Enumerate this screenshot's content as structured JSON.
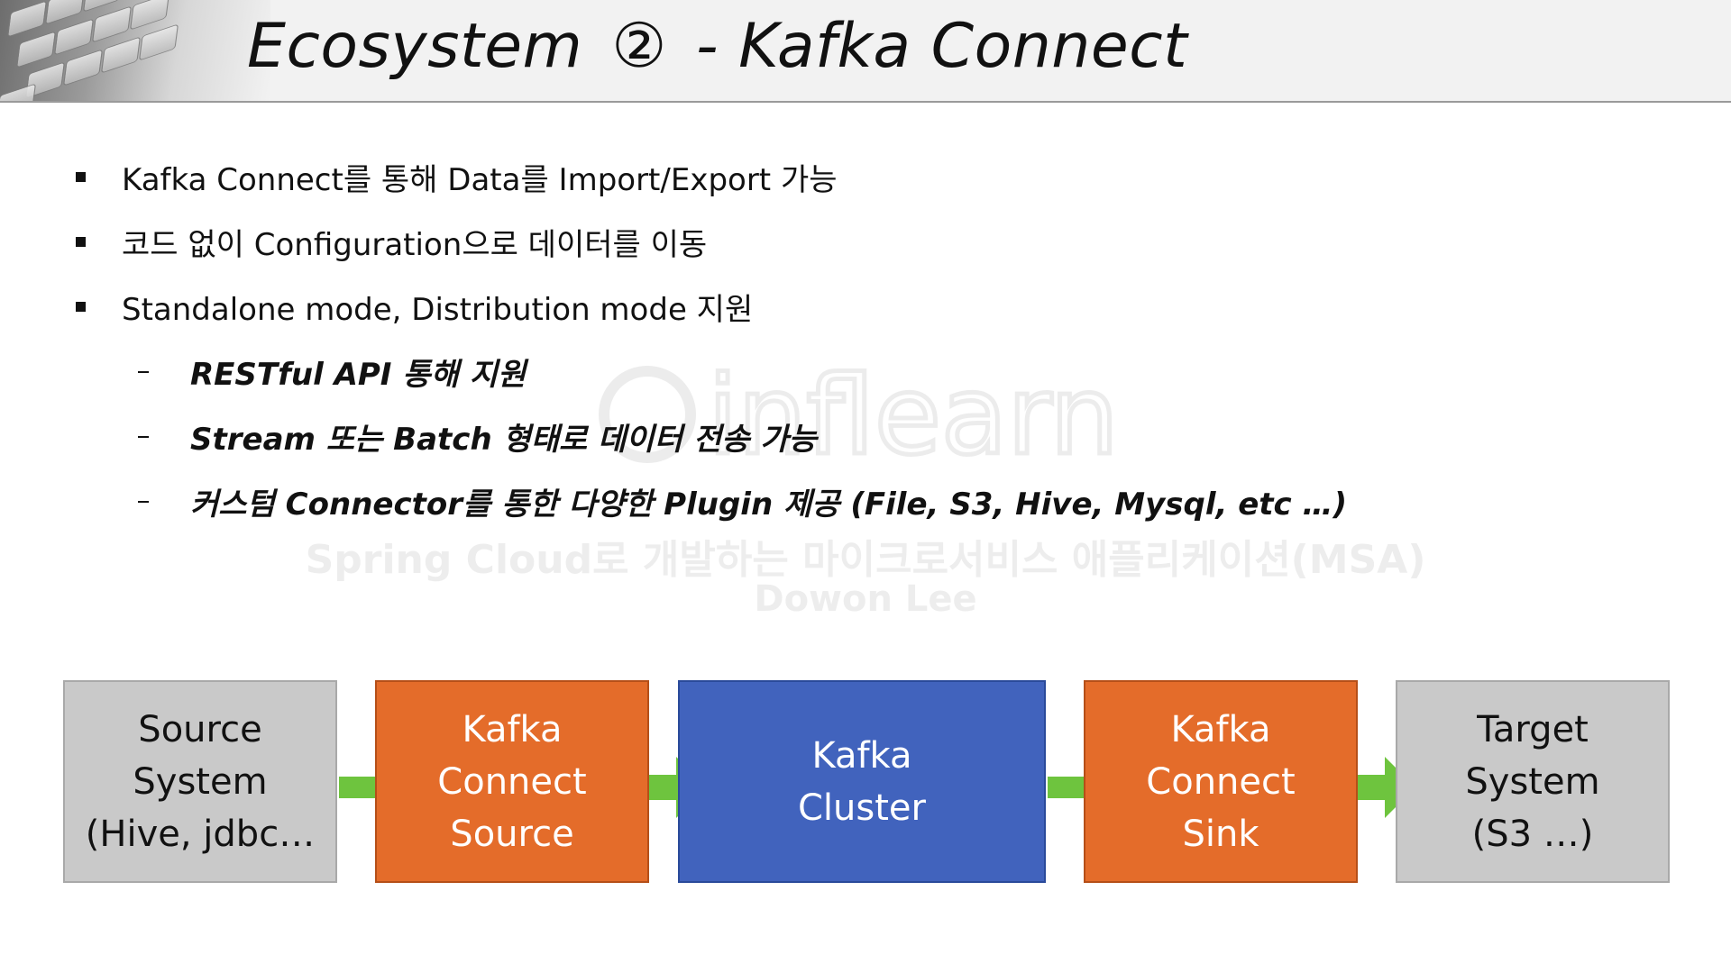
{
  "title": {
    "prefix": "Ecosystem",
    "circled_number": "②",
    "suffix": "- Kafka Connect"
  },
  "bullets": [
    "Kafka Connect를 통해 Data를 Import/Export 가능",
    "코드 없이 Configuration으로 데이터를 이동",
    "Standalone mode, Distribution mode 지원"
  ],
  "sub_bullets": [
    "RESTful API 통해 지원",
    "Stream 또는 Batch 형태로 데이터 전송 가능",
    "커스텀 Connector를 통한 다양한 Plugin 제공 (File, S3, Hive, Mysql, etc …)"
  ],
  "watermark": {
    "logo": "inflearn",
    "course": "Spring Cloud로 개발하는 마이크로서비스 애플리케이션(MSA)",
    "author": "Dowon Lee"
  },
  "flow": {
    "source_system": [
      "Source",
      "System",
      "(Hive, jdbc…"
    ],
    "kafka_connect_source": [
      "Kafka",
      "Connect",
      "Source"
    ],
    "kafka_cluster": [
      "Kafka",
      "Cluster"
    ],
    "kafka_connect_sink": [
      "Kafka",
      "Connect",
      "Sink"
    ],
    "target_system": [
      "Target",
      "System",
      "(S3 …)"
    ]
  },
  "colors": {
    "system_box": "#c9c9c9",
    "connect_box": "#e46c2a",
    "cluster_box": "#4163bd",
    "arrow": "#6ec43e"
  },
  "icons": {
    "flow_arrow": "right-arrow-icon",
    "bullet": "square-bullet-icon"
  }
}
